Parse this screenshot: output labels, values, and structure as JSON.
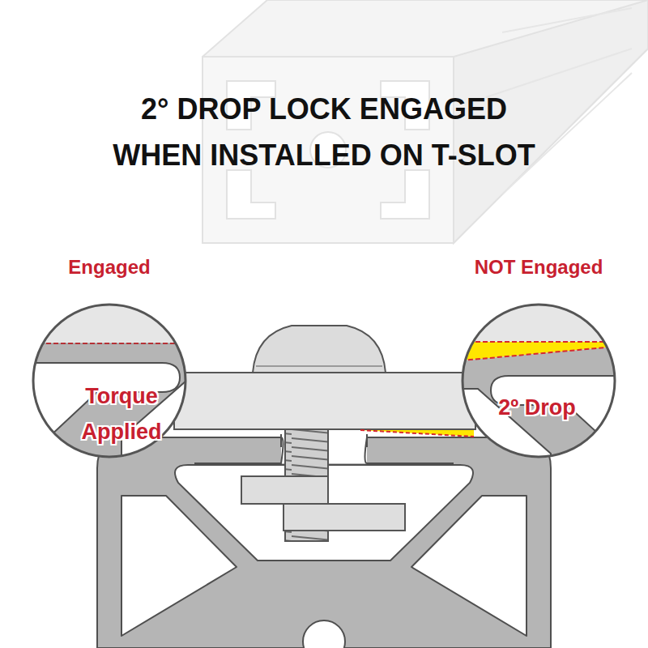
{
  "diagram": {
    "title": "2° DROP LOCK ENGAGED WHEN INSTALLED ON T-SLOT",
    "nodes": [
      {
        "text": [
          "Engaged",
          "Torque Applied"
        ]
      },
      {
        "text": [
          "NOT Engaged",
          "2º Drop"
        ]
      }
    ]
  }
}
